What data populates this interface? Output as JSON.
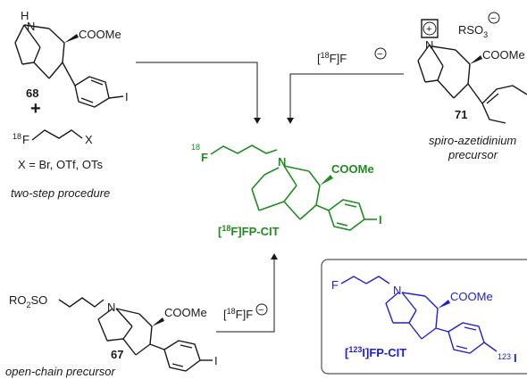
{
  "compounds": {
    "c68": {
      "number": "68",
      "nh": "H",
      "n": "N",
      "ester": "COOMe",
      "halogen": "I"
    },
    "plus": "+",
    "reagent": {
      "iso": "18",
      "f": "F",
      "x": "X"
    },
    "x_def": "X = Br, OTf, OTs",
    "two_step": "two-step procedure",
    "c71": {
      "number": "71",
      "n": "N",
      "charge_plus": "+",
      "rso3": "RSO",
      "rso3_sub": "3",
      "charge_minus": "−",
      "ester": "COOMe",
      "label_line1": "spiro-azetidinium",
      "label_line2": "precursor"
    },
    "product": {
      "iso": "18",
      "f": "F",
      "n": "N",
      "ester": "COOMe",
      "halogen": "I",
      "name_open": "[",
      "name_iso": "18",
      "name_rest": "F]FP-CIT"
    },
    "c67": {
      "number": "67",
      "ro2so": "RO",
      "ro2so_sub": "2",
      "ro2so_end": "SO",
      "n": "N",
      "ester": "COOMe",
      "halogen": "I",
      "label": "open-chain precursor"
    },
    "iodo": {
      "f": "F",
      "n": "N",
      "ester": "COOMe",
      "iso": "123",
      "halogen": "I",
      "name_open": "[",
      "name_iso": "123",
      "name_rest": "I]FP-CIT"
    }
  },
  "reagents": {
    "top_fluoride_open": "[",
    "top_fluoride_iso": "18",
    "top_fluoride_rest": "F]F",
    "bottom_fluoride_open": "[",
    "bottom_fluoride_iso": "18",
    "bottom_fluoride_rest": "F]F",
    "minus": "−"
  },
  "colors": {
    "black": "#1a1a1a",
    "green": "#1e8c1e",
    "blue": "#2020d0",
    "box": "#555555"
  }
}
